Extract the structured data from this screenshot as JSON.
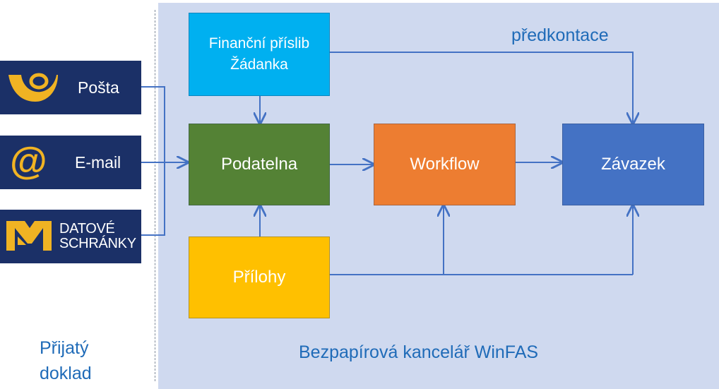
{
  "sources": [
    {
      "id": "posta",
      "label": "Pošta",
      "icon": "post-horn-icon"
    },
    {
      "id": "email",
      "label": "E-mail",
      "icon": "at-sign-icon"
    },
    {
      "id": "datove",
      "label": "DATOVÉ SCHRÁNKY",
      "line1": "DATOVÉ",
      "line2": "SCHRÁNKY",
      "icon": "datove-schranky-logo"
    }
  ],
  "boxes": {
    "financni": {
      "line1": "Finanční příslib",
      "line2": "Žádanka",
      "color": "#00b0f0"
    },
    "podatelna": {
      "label": "Podatelna",
      "color": "#548235"
    },
    "workflow": {
      "label": "Workflow",
      "color": "#ed7d31"
    },
    "zavazek": {
      "label": "Závazek",
      "color": "#4472c4"
    },
    "prilohy": {
      "label": "Přílohy",
      "color": "#ffc000"
    }
  },
  "annotations": {
    "predkontace": "předkontace",
    "system": "Bezpapírová kancelář WinFAS",
    "received_line1": "Přijatý",
    "received_line2": "doklad"
  },
  "colors": {
    "source_bg": "#1b3067",
    "icon_accent": "#f0b323",
    "panel_bg": "#cfd9ef",
    "connector": "#4472c4",
    "caption_text": "#1f6bb8"
  }
}
